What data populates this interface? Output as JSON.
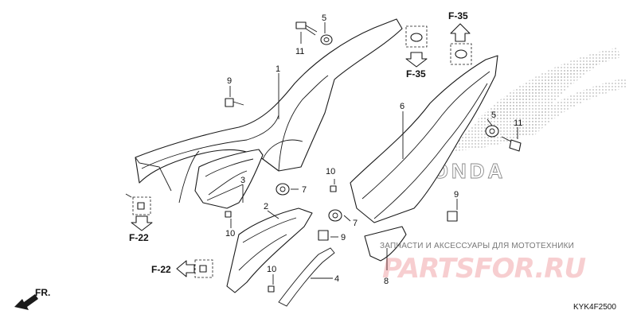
{
  "callouts": {
    "c1": "1",
    "c2": "2",
    "c3": "3",
    "c4": "4",
    "c5a": "5",
    "c5b": "5",
    "c6": "6",
    "c7a": "7",
    "c7b": "7",
    "c8": "8",
    "c9a": "9",
    "c9b": "9",
    "c9c": "9",
    "c10a": "10",
    "c10b": "10",
    "c10c": "10",
    "c11a": "11",
    "c11b": "11"
  },
  "refs": {
    "f35_top": "F-35",
    "f35_bottom": "F-35",
    "f22_left": "F-22",
    "f22_bottom": "F-22"
  },
  "front_marker": "FR.",
  "logo_text": "HONDA",
  "watermark": {
    "tagline": "ЗАПЧАСТИ И АКСЕССУАРЫ ДЛЯ МОТОТЕХНИКИ",
    "brand": "PARTSFOR.RU"
  },
  "diagram_code": "KYK4F2500",
  "colors": {
    "line": "#1a1a1a",
    "watermark_red": "#dc1e28"
  }
}
